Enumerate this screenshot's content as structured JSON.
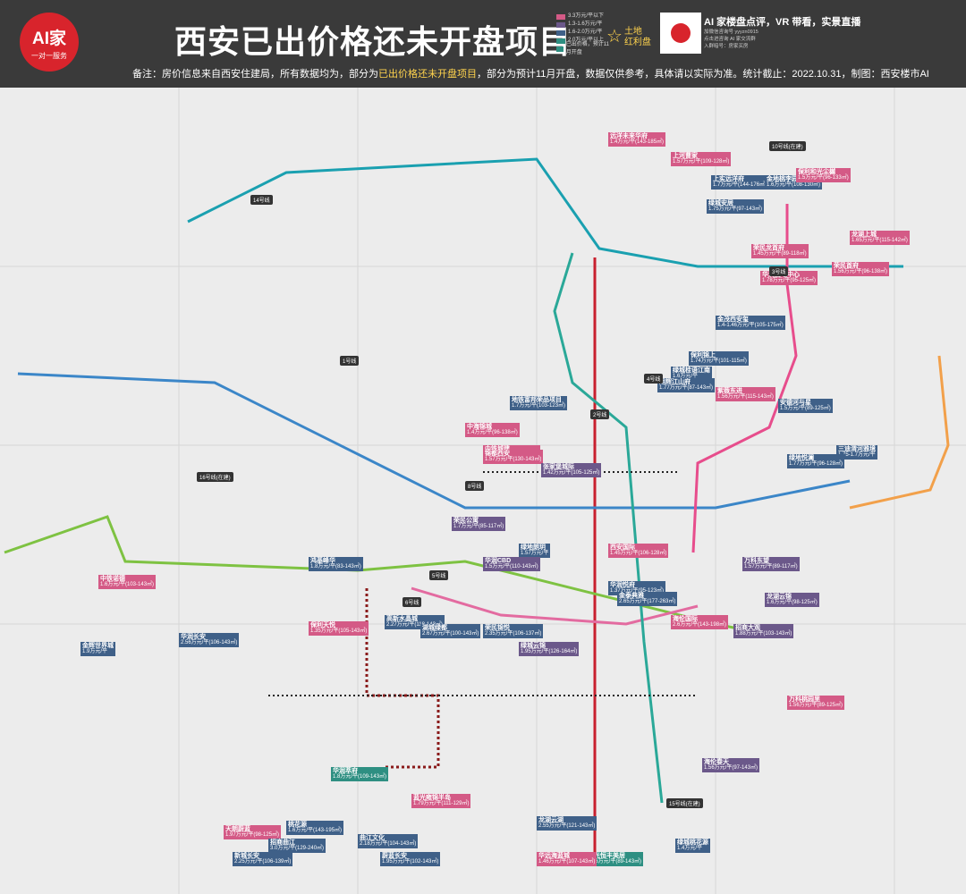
{
  "header": {
    "logo_text": "AI家",
    "logo_sub": "一对一服务",
    "title": "西安已出价格还未开盘项目",
    "price_legend": [
      {
        "label": "3.3万元/平以下",
        "color": "#d45a86"
      },
      {
        "label": "1.3-1.6万元/平",
        "color": "#6b588a"
      },
      {
        "label": "1.6-2.0万元/平",
        "color": "#3f6088"
      },
      {
        "label": "2.0万元/平以上",
        "color": "#2e8f82"
      },
      {
        "label": "已出价格，预计11月开盘",
        "color": "#2e8f82"
      }
    ],
    "land_label_1": "土地",
    "land_label_2": "红利盘",
    "ai_main": "AI 家楼盘点评，VR 带看，实景直播",
    "ai_sub_1": "加微信咨询号 yyyzn0915",
    "ai_sub_2": "点击进咨询 AI 家交流群",
    "ai_sub_3": "入群暗号：房家买房",
    "note_prefix": "备注：房价信息来自西安住建局，所有数据均为",
    "note_mid": "，部分为",
    "note_highlight": "已出价格还未开盘项目",
    "note_suffix": "，部分为预计11月开盘，数据仅供参考，具体请以实际为准。统计截止：2022.10.31，制图：西安楼市AI"
  },
  "map": {
    "line_tags": [
      "14号线",
      "1号线",
      "2号线",
      "3号线",
      "4号线",
      "5号线",
      "6号线",
      "8号线",
      "10号线(在建)",
      "15号线(在建)",
      "16号线(在建)"
    ],
    "projects": [
      {
        "name": "远洋未来华府",
        "price": "1.4万元/平(143-185㎡)",
        "color": "pink"
      },
      {
        "name": "上河曹家",
        "price": "1.57万元/平(109-128㎡)",
        "color": "pink"
      },
      {
        "name": "上实远洋府",
        "price": "1.7万元/平(144-176㎡)",
        "color": "blue"
      },
      {
        "name": "金地桃李园",
        "price": "1.6万元/平(108-130㎡)",
        "color": "blue"
      },
      {
        "name": "保利和光尘樾",
        "price": "1.5万元/平(96-133㎡)",
        "color": "pink"
      },
      {
        "name": "绿城安居",
        "price": "1.75万元/平(97-143㎡)",
        "color": "blue"
      },
      {
        "name": "龙湖上城",
        "price": "1.65万元/平(115-142㎡)",
        "color": "pink"
      },
      {
        "name": "荣民龙首府",
        "price": "1.45万元/平(89-118㎡)",
        "color": "pink"
      },
      {
        "name": "华润置地中心",
        "price": "1.78万元/平(95-125㎡)",
        "color": "pink"
      },
      {
        "name": "荣民首府",
        "price": "1.56万元/平(96-138㎡)",
        "color": "pink"
      },
      {
        "name": "金茂西安玺",
        "price": "1.4-1.46万元/平(105-175㎡)",
        "color": "blue"
      },
      {
        "name": "保利锦上",
        "price": "1.74万元/平(101-115㎡)",
        "color": "blue"
      },
      {
        "name": "绿城桂语江南",
        "price": "1.6万元/平",
        "color": "blue"
      },
      {
        "name": "旭辉江山府",
        "price": "1.77万元/平(87-143㎡)",
        "color": "blue"
      },
      {
        "name": "紫薇东进",
        "price": "1.56万元/平(115-143㎡)",
        "color": "pink"
      },
      {
        "name": "地铁富邦荣品项目",
        "price": "1.7万元/平(103-123㎡)",
        "color": "blue"
      },
      {
        "name": "中铁城建",
        "price": "1.55万元/平(98-118㎡)",
        "color": "pink"
      },
      {
        "name": "安德河与星",
        "price": "1.5万元/平(89-125㎡)",
        "color": "blue"
      },
      {
        "name": "三迪渭河雅境",
        "price": "1.75-1.7万元/平",
        "color": "blue"
      },
      {
        "name": "锦都西安",
        "price": "1.57万元/平(130-143㎡)",
        "color": "pink"
      },
      {
        "name": "张家堡城际",
        "price": "1.42万元/平(105-125㎡)",
        "color": "purple"
      },
      {
        "name": "中海锦城",
        "price": "1.4万元/平(96-138㎡)",
        "color": "pink"
      },
      {
        "name": "绿地悦澜",
        "price": "1.77万元/平(96-128㎡)",
        "color": "blue"
      },
      {
        "name": "荣民公寓",
        "price": "1.7万元/平(85-117㎡)",
        "color": "purple"
      },
      {
        "name": "绿地朗玥",
        "price": "1.57万元/平",
        "color": "blue"
      },
      {
        "name": "西安国际",
        "price": "1.45万元/平(106-128㎡)",
        "color": "pink"
      },
      {
        "name": "华润CBD",
        "price": "1.5万元/平(110-143㎡)",
        "color": "purple"
      },
      {
        "name": "华润悦府",
        "price": "1.37万元/平(95-123㎡)",
        "color": "blue"
      },
      {
        "name": "万科东望",
        "price": "1.57万元/平(89-117㎡)",
        "color": "purple"
      },
      {
        "name": "龙湖云锦",
        "price": "1.6万元/平(98-125㎡)",
        "color": "purple"
      },
      {
        "name": "金泰典雅",
        "price": "2.65万元/平(177-263㎡)",
        "color": "blue"
      },
      {
        "name": "海伦国际",
        "price": "2.6万元/平(143-198㎡)",
        "color": "pink"
      },
      {
        "name": "招商大观",
        "price": "1.88万元/平(103-143㎡)",
        "color": "purple"
      },
      {
        "name": "万科桃园里",
        "price": "1.56万元/平(89-125㎡)",
        "color": "pink"
      },
      {
        "name": "鸿基峰华",
        "price": "1.8万元/平(83-143㎡)",
        "color": "blue"
      },
      {
        "name": "保利天悦",
        "price": "1.35万元/平(105-143㎡)",
        "color": "pink"
      },
      {
        "name": "高新水晶城",
        "price": "2.27万元/平(118-143㎡)",
        "color": "blue"
      },
      {
        "name": "湖城绿都",
        "price": "2.67万元/平(100-143㎡)",
        "color": "blue"
      },
      {
        "name": "荣民锦悦",
        "price": "2.35万元/平(106-137㎡)",
        "color": "blue"
      },
      {
        "name": "绿城云锦",
        "price": "1.95万元/平(126-164㎡)",
        "color": "purple"
      },
      {
        "name": "海伦春天",
        "price": "1.56万元/平(97-143㎡)",
        "color": "purple"
      },
      {
        "name": "华润萃府",
        "price": "1.8万元/平(109-143㎡)",
        "color": "teal"
      },
      {
        "name": "桃花源",
        "price": "1.6万元/平(143-195㎡)",
        "color": "blue"
      },
      {
        "name": "天朗蔚蓝",
        "price": "1.97万元/平(98-125㎡)",
        "color": "pink"
      },
      {
        "name": "曲江文化",
        "price": "2.18万元/平(104-143㎡)",
        "color": "blue"
      },
      {
        "name": "蔚蓝长安",
        "price": "1.95万元/平(102-143㎡)",
        "color": "blue"
      },
      {
        "name": "新城长安",
        "price": "2.25万元/平(106-139㎡)",
        "color": "blue"
      },
      {
        "name": "招商曲江",
        "price": "3.0万元/平(129-240㎡)",
        "color": "blue"
      },
      {
        "name": "龙湖云湖",
        "price": "2.55万元/平(121-143㎡)",
        "color": "blue"
      },
      {
        "name": "蓝光雍锦半岛",
        "price": "1.79万元/平(111-129㎡)",
        "color": "pink"
      },
      {
        "name": "蓝光恒丰美居",
        "price": "1.46万元/平(89-143㎡)",
        "color": "teal"
      },
      {
        "name": "绿城桃花源",
        "price": "1.4万元/平",
        "color": "blue"
      },
      {
        "name": "华远海蓝城",
        "price": "1.46万元/平(107-143㎡)",
        "color": "pink"
      },
      {
        "name": "中铁诺德",
        "price": "1.6万元/平(103-143㎡)",
        "color": "pink"
      },
      {
        "name": "金辉世界城",
        "price": "1.9万元/平",
        "color": "blue"
      },
      {
        "name": "华润长安",
        "price": "2.56万元/平(106-143㎡)",
        "color": "blue"
      }
    ]
  }
}
